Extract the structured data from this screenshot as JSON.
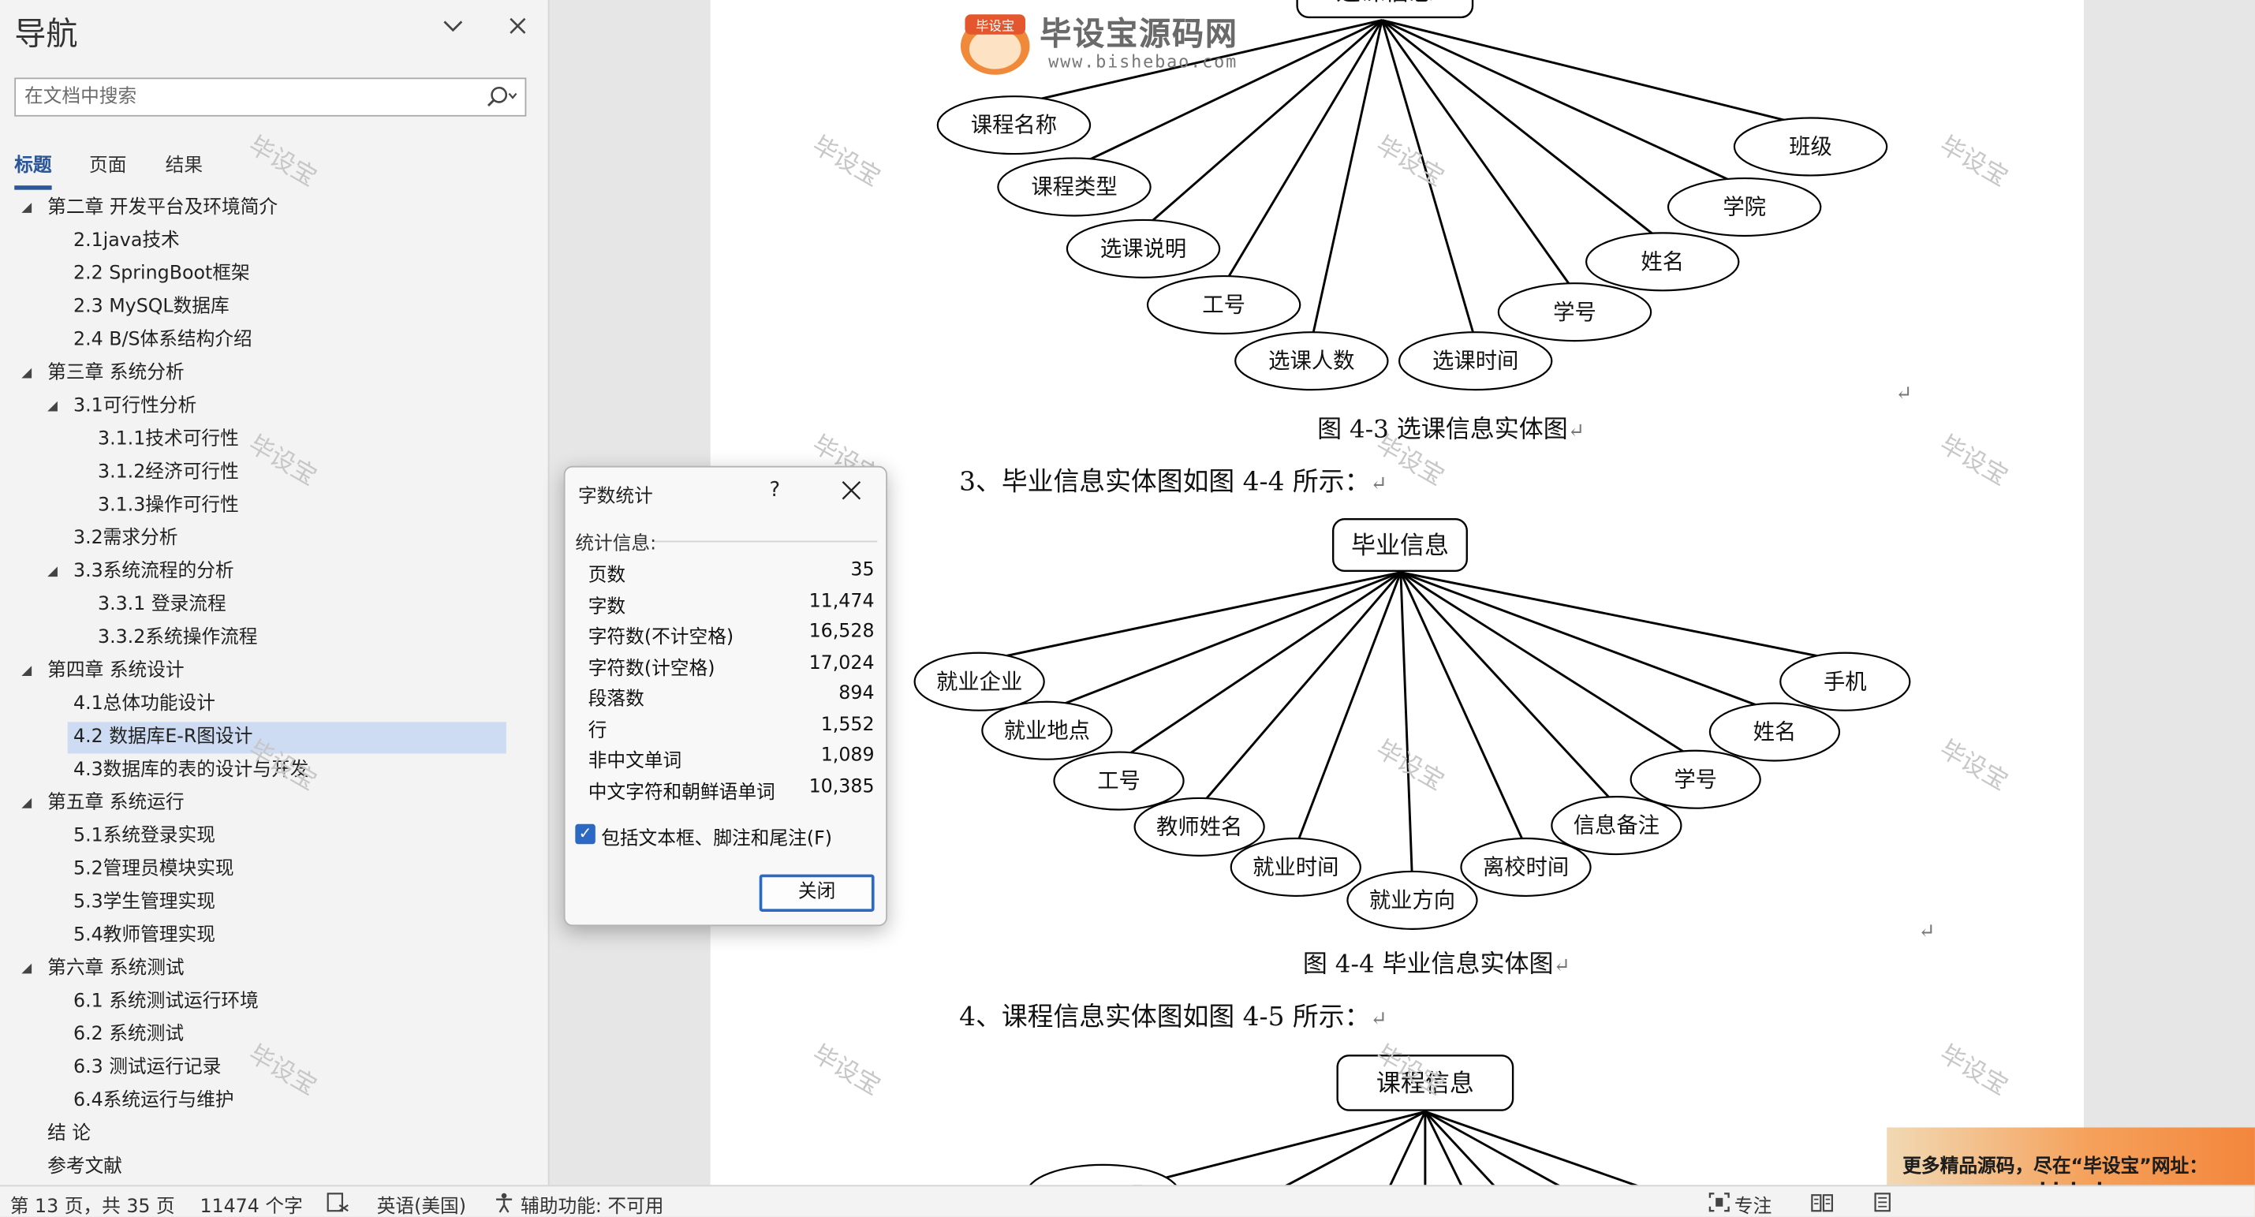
{
  "nav": {
    "title": "导航",
    "search_placeholder": "在文档中搜索",
    "tabs": [
      "标题",
      "页面",
      "结果"
    ],
    "headings": [
      {
        "text": "第二章 开发平台及环境简介",
        "level": 1,
        "expanded": true
      },
      {
        "text": "2.1java技术",
        "level": 2
      },
      {
        "text": "2.2 SpringBoot框架",
        "level": 2
      },
      {
        "text": "2.3 MySQL数据库",
        "level": 2
      },
      {
        "text": "2.4 B/S体系结构介绍",
        "level": 2
      },
      {
        "text": "第三章 系统分析",
        "level": 1,
        "expanded": true
      },
      {
        "text": "3.1可行性分析",
        "level": 2,
        "expanded": true
      },
      {
        "text": "3.1.1技术可行性",
        "level": 3
      },
      {
        "text": "3.1.2经济可行性",
        "level": 3
      },
      {
        "text": "3.1.3操作可行性",
        "level": 3
      },
      {
        "text": "3.2需求分析",
        "level": 2
      },
      {
        "text": "3.3系统流程的分析",
        "level": 2,
        "expanded": true
      },
      {
        "text": "3.3.1 登录流程",
        "level": 3
      },
      {
        "text": "3.3.2系统操作流程",
        "level": 3
      },
      {
        "text": "第四章 系统设计",
        "level": 1,
        "expanded": true
      },
      {
        "text": "4.1总体功能设计",
        "level": 2
      },
      {
        "text": "4.2 数据库E-R图设计",
        "level": 2,
        "selected": true
      },
      {
        "text": "4.3数据库的表的设计与开发",
        "level": 2
      },
      {
        "text": "第五章 系统运行",
        "level": 1,
        "expanded": true
      },
      {
        "text": "5.1系统登录实现",
        "level": 2
      },
      {
        "text": "5.2管理员模块实现",
        "level": 2
      },
      {
        "text": "5.3学生管理实现",
        "level": 2
      },
      {
        "text": "5.4教师管理实现",
        "level": 2
      },
      {
        "text": "第六章 系统测试",
        "level": 1,
        "expanded": true
      },
      {
        "text": "6.1 系统测试运行环境",
        "level": 2
      },
      {
        "text": "6.2 系统测试",
        "level": 2
      },
      {
        "text": "6.3 测试运行记录",
        "level": 2
      },
      {
        "text": "6.4系统运行与维护",
        "level": 2
      },
      {
        "text": "结  论",
        "level": 1
      },
      {
        "text": "参考文献",
        "level": 1
      }
    ]
  },
  "logo": {
    "name": "毕设宝源码网",
    "badge": "毕设宝",
    "url": "www.bishebao.com"
  },
  "watermark": "毕设宝",
  "document": {
    "er1": {
      "entity": "选课信息",
      "attributes": [
        "课程名称",
        "课程类型",
        "选课说明",
        "工号",
        "选课人数",
        "选课时间",
        "学号",
        "姓名",
        "学院",
        "班级"
      ],
      "caption": "图 4-3 选课信息实体图"
    },
    "para2": "3、毕业信息实体图如图 4-4 所示：",
    "er2": {
      "entity": "毕业信息",
      "attributes": [
        "就业企业",
        "就业地点",
        "工号",
        "教师姓名",
        "就业时间",
        "就业方向",
        "离校时间",
        "信息备注",
        "学号",
        "姓名",
        "手机"
      ],
      "caption": "图 4-4 毕业信息实体图"
    },
    "para3": "4、课程信息实体图如图 4-5 所示：",
    "er3": {
      "entity": "课程信息"
    }
  },
  "dialog": {
    "title": "字数统计",
    "help": "?",
    "subhead": "统计信息:",
    "stats": [
      {
        "label": "页数",
        "value": "35"
      },
      {
        "label": "字数",
        "value": "11,474"
      },
      {
        "label": "字符数(不计空格)",
        "value": "16,528"
      },
      {
        "label": "字符数(计空格)",
        "value": "17,024"
      },
      {
        "label": "段落数",
        "value": "894"
      },
      {
        "label": "行",
        "value": "1,552"
      },
      {
        "label": "非中文单词",
        "value": "1,089"
      },
      {
        "label": "中文字符和朝鲜语单词",
        "value": "10,385"
      }
    ],
    "checkbox_label": "包括文本框、脚注和尾注(F)",
    "checkbox_checked": true,
    "close_label": "关闭"
  },
  "banner": {
    "line1": "更多精品源码，尽在“毕设宝”网址：",
    "line2": "www.bishebao.com"
  },
  "status": {
    "page": "第 13 页，共 35 页",
    "words": "11474 个字",
    "language": "英语(美国)",
    "accessibility": "辅助功能: 不可用",
    "focus": "专注"
  }
}
